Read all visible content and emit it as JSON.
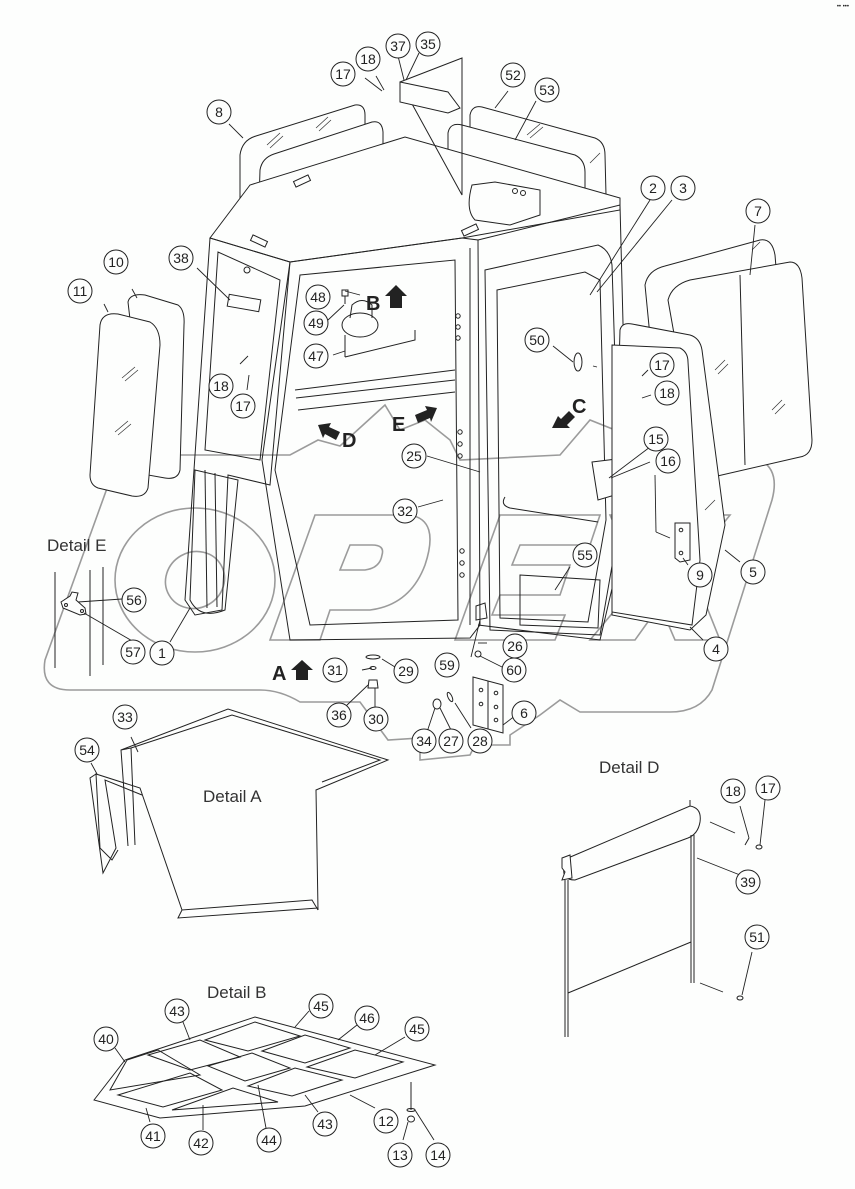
{
  "diagram": {
    "subject": "Cab assembly exploded parts diagram",
    "watermark": "OPEX",
    "corner_mark": "•• •••",
    "detail_titles": {
      "A": "Detail A",
      "B": "Detail B",
      "D": "Detail D",
      "E": "Detail E"
    },
    "view_arrows": [
      {
        "id": "A",
        "label": "A",
        "direction": "up"
      },
      {
        "id": "B",
        "label": "B",
        "direction": "up"
      },
      {
        "id": "C",
        "label": "C",
        "direction": "down-left"
      },
      {
        "id": "D",
        "label": "D",
        "direction": "up-left"
      },
      {
        "id": "E",
        "label": "E",
        "direction": "up-right"
      }
    ],
    "callouts": {
      "main": [
        {
          "n": "1"
        },
        {
          "n": "2"
        },
        {
          "n": "3"
        },
        {
          "n": "4"
        },
        {
          "n": "5"
        },
        {
          "n": "6"
        },
        {
          "n": "7"
        },
        {
          "n": "8"
        },
        {
          "n": "9"
        },
        {
          "n": "10"
        },
        {
          "n": "11"
        },
        {
          "n": "15"
        },
        {
          "n": "16"
        },
        {
          "n": "17"
        },
        {
          "n": "18"
        },
        {
          "n": "17"
        },
        {
          "n": "18"
        },
        {
          "n": "17"
        },
        {
          "n": "18"
        },
        {
          "n": "25"
        },
        {
          "n": "26"
        },
        {
          "n": "27"
        },
        {
          "n": "28"
        },
        {
          "n": "29"
        },
        {
          "n": "30"
        },
        {
          "n": "31"
        },
        {
          "n": "32"
        },
        {
          "n": "34"
        },
        {
          "n": "35"
        },
        {
          "n": "36"
        },
        {
          "n": "37"
        },
        {
          "n": "38"
        },
        {
          "n": "47"
        },
        {
          "n": "48"
        },
        {
          "n": "49"
        },
        {
          "n": "50"
        },
        {
          "n": "52"
        },
        {
          "n": "53"
        },
        {
          "n": "55"
        },
        {
          "n": "59"
        },
        {
          "n": "60"
        }
      ],
      "detail_a": [
        {
          "n": "33"
        },
        {
          "n": "54"
        }
      ],
      "detail_b": [
        {
          "n": "40"
        },
        {
          "n": "41"
        },
        {
          "n": "42"
        },
        {
          "n": "43"
        },
        {
          "n": "43"
        },
        {
          "n": "44"
        },
        {
          "n": "45"
        },
        {
          "n": "45"
        },
        {
          "n": "46"
        },
        {
          "n": "12"
        },
        {
          "n": "13"
        },
        {
          "n": "14"
        }
      ],
      "detail_d": [
        {
          "n": "18"
        },
        {
          "n": "17"
        },
        {
          "n": "39"
        },
        {
          "n": "51"
        }
      ],
      "detail_e": [
        {
          "n": "56"
        },
        {
          "n": "57"
        }
      ]
    }
  }
}
